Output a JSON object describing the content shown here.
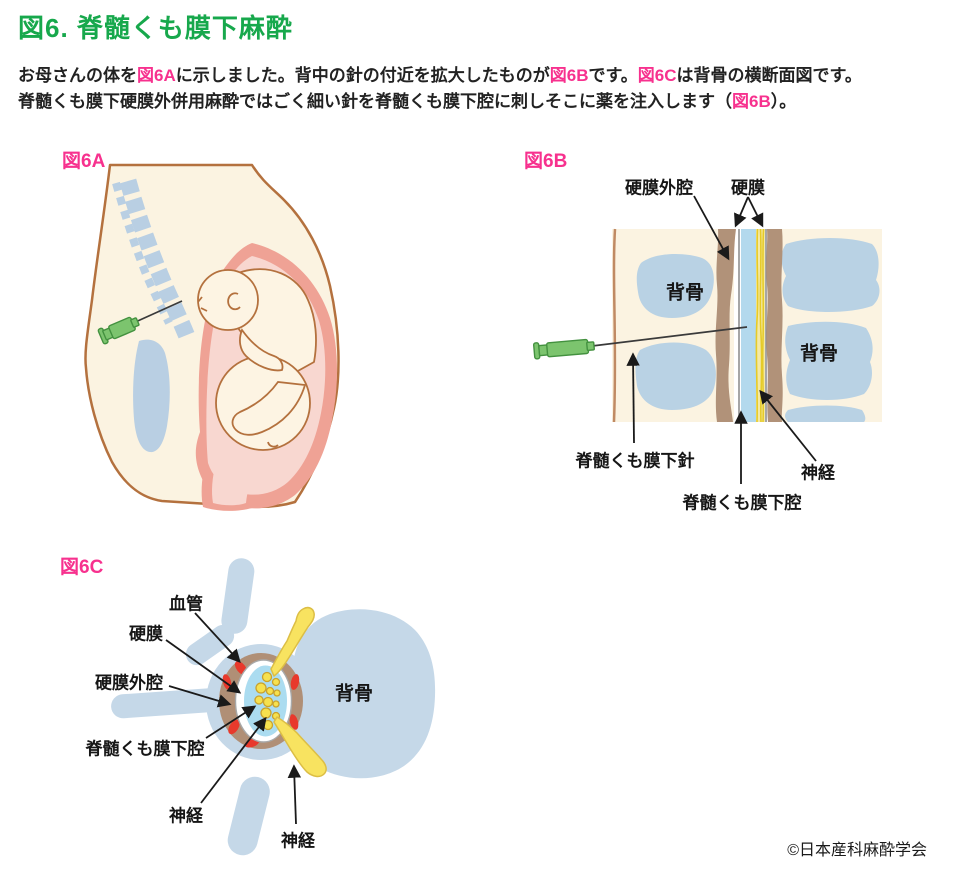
{
  "page": {
    "title": "図6. 脊髄くも膜下麻酔",
    "copyright": "©日本産科麻酔学会"
  },
  "paragraph": {
    "segments": [
      {
        "text": "お母さんの体を"
      },
      {
        "text": "図6A"
      },
      {
        "text": "に示しました。背中の針の付近を拡大したものが"
      },
      {
        "text": "図6B"
      },
      {
        "text": "です。"
      },
      {
        "text": "図6C"
      },
      {
        "text": "は背骨の横断面図です。"
      },
      {
        "text": "脊髄くも膜下硬膜外併用麻酔ではごく細い針を脊髄くも膜下腔に刺しそこに薬を注入します（"
      },
      {
        "text": "図6B"
      },
      {
        "text": "）。"
      }
    ]
  },
  "figure_a": {
    "label": "図6A",
    "description": "側面から見た妊婦の体と胎児、背中に刺した脊髄くも膜下針"
  },
  "figure_b": {
    "label": "図6B",
    "annotations": {
      "epidural_space": "硬膜外腔",
      "dura": "硬膜",
      "bone_left": "背骨",
      "bone_right": "背骨",
      "needle": "脊髄くも膜下針",
      "nerve": "神経",
      "subarachnoid_space": "脊髄くも膜下腔"
    }
  },
  "figure_c": {
    "label": "図6C",
    "annotations": {
      "blood_vessel": "血管",
      "dura": "硬膜",
      "epidural_space": "硬膜外腔",
      "subarachnoid_space": "脊髄くも膜下腔",
      "nerve": "神経",
      "nerve_root": "神経",
      "bone": "背骨"
    }
  },
  "colors": {
    "title_green": "#17a84c",
    "figure_label_pink": "#f7318e",
    "bone_blue": "#bdd3e5",
    "vertebra_blue": "#c5d8e8",
    "epidural_brown": "#b19279",
    "csf_blue": "#abdcf0",
    "nerve_yellow": "#f6e14e",
    "blood_red": "#e8392c",
    "uterus_pink": "#efa295",
    "uterus_inner_pink": "#f8d7d0",
    "skin_cream": "#fbf3e1",
    "body_outline_brown": "#b4713e",
    "needle_green": "#7cc46e"
  }
}
